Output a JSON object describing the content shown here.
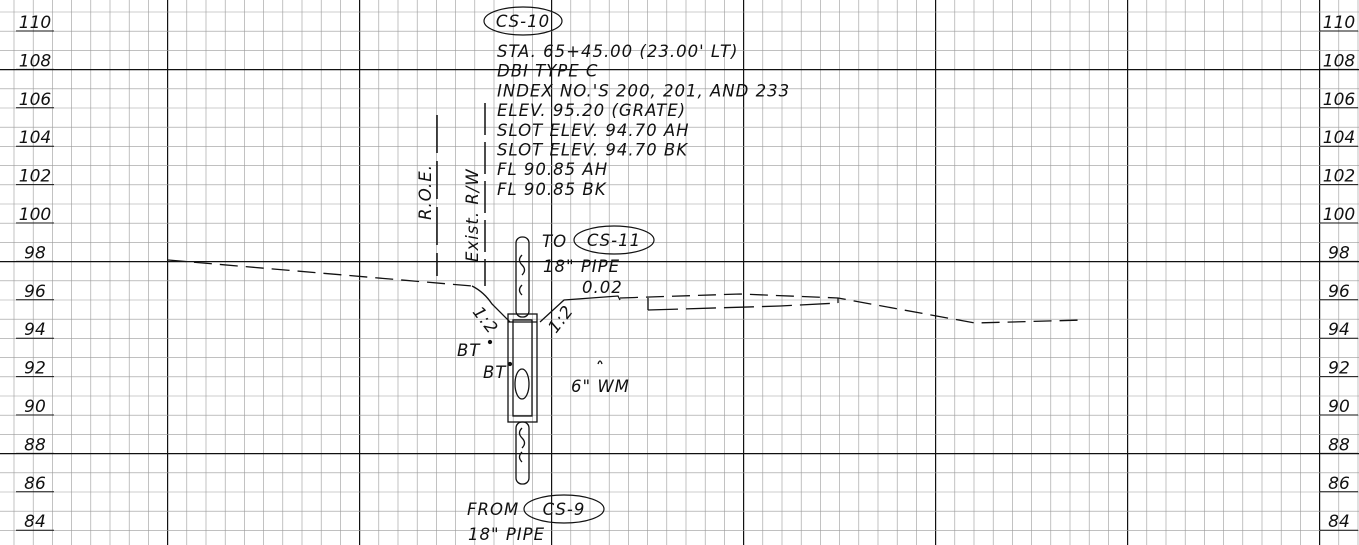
{
  "elevation_labels": [
    "110",
    "108",
    "106",
    "104",
    "102",
    "100",
    "98",
    "96",
    "94",
    "92",
    "90",
    "88",
    "86",
    "84"
  ],
  "structure": {
    "id": "CS-10",
    "notes": [
      "STA. 65+45.00 (23.00' LT)",
      "DBI TYPE C",
      "INDEX NO.'S 200, 201, AND 233",
      "ELEV. 95.20 (GRATE)",
      "SLOT ELEV. 94.70 AH",
      "SLOT ELEV. 94.70 BK",
      "FL 90.85 AH",
      "FL 90.85 BK"
    ]
  },
  "pipe_to": {
    "prefix": "TO",
    "id": "CS-11",
    "size": "18\" PIPE"
  },
  "pipe_from": {
    "prefix": "FROM",
    "id": "CS-9",
    "size": "18\" PIPE"
  },
  "labels": {
    "roe": "R.O.E.",
    "exist_rw": "Exist. R/W",
    "slope_left": "1:2",
    "slope_right": "1:2",
    "grade": "0.02",
    "bt_upper": "BT",
    "bt_lower": "BT",
    "water_main": "6\" WM"
  },
  "colors": {
    "grid_minor": "#9a9a9a",
    "grid_major": "#111111",
    "ink": "#111111"
  }
}
